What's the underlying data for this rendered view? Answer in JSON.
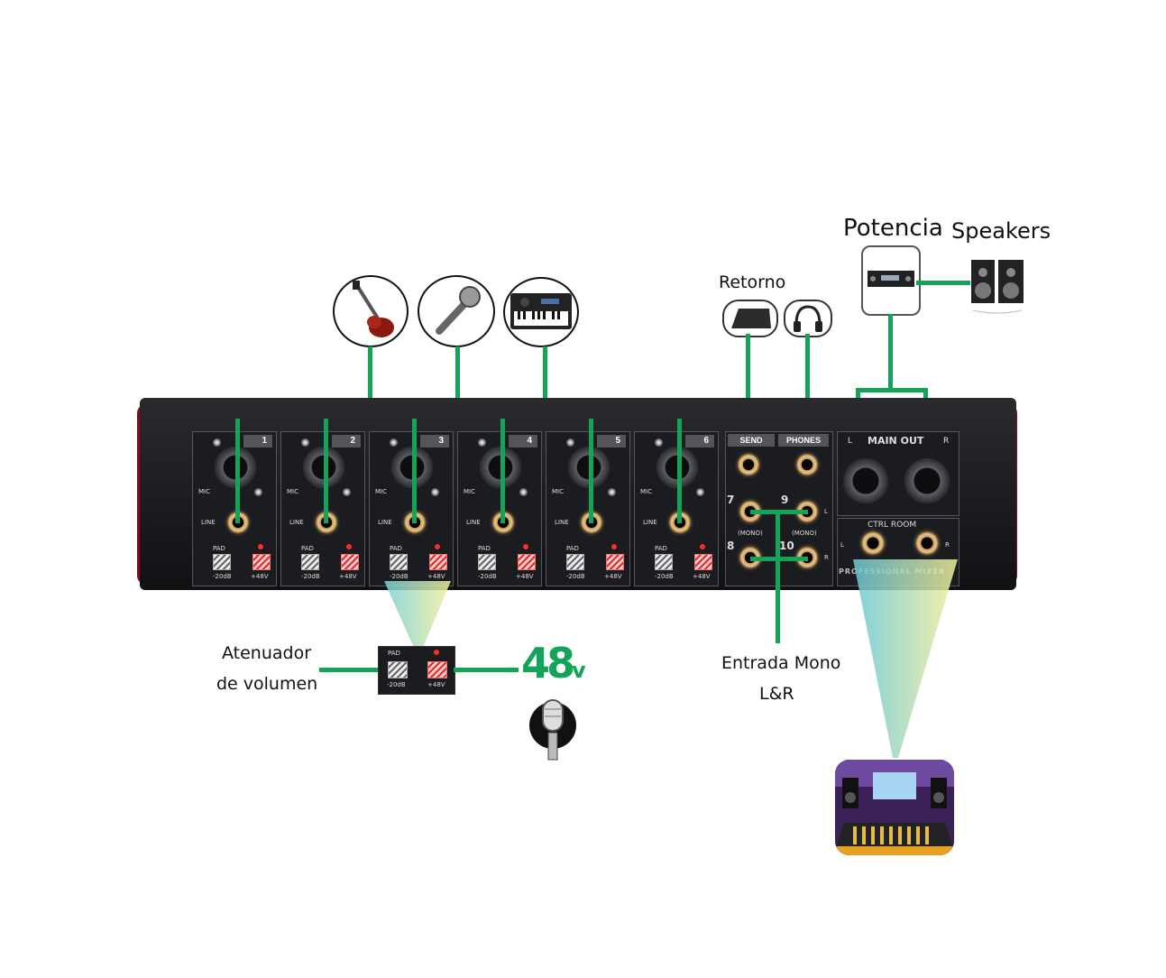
{
  "labels": {
    "potencia": "Potencia",
    "speakers": "Speakers",
    "retorno": "Retorno",
    "atenuador_l1": "Atenuador",
    "atenuador_l2": "de volumen",
    "entrada_l1": "Entrada Mono",
    "entrada_l2": "L&R",
    "v48": "48",
    "v48_unit": "v"
  },
  "mixer": {
    "channels": [
      {
        "num": "1"
      },
      {
        "num": "2"
      },
      {
        "num": "3"
      },
      {
        "num": "4"
      },
      {
        "num": "5"
      },
      {
        "num": "6"
      }
    ],
    "mic": "MIC",
    "line": "LINE",
    "pad": "PAD",
    "pad_db": "-20dB",
    "phantom": "+48V",
    "send": "SEND",
    "phones": "PHONES",
    "ch7": "7",
    "ch8": "8",
    "ch9": "9",
    "ch10": "10",
    "mono": "(MONO)",
    "l": "L",
    "r": "R",
    "main_out": "MAIN OUT",
    "ctrl_room": "CTRL ROOM",
    "brand": "PROFESSIONAL MIXER"
  },
  "colors": {
    "cable": "#12a55a",
    "accent_red": "#d0202c",
    "panel": "#1b1c20"
  }
}
